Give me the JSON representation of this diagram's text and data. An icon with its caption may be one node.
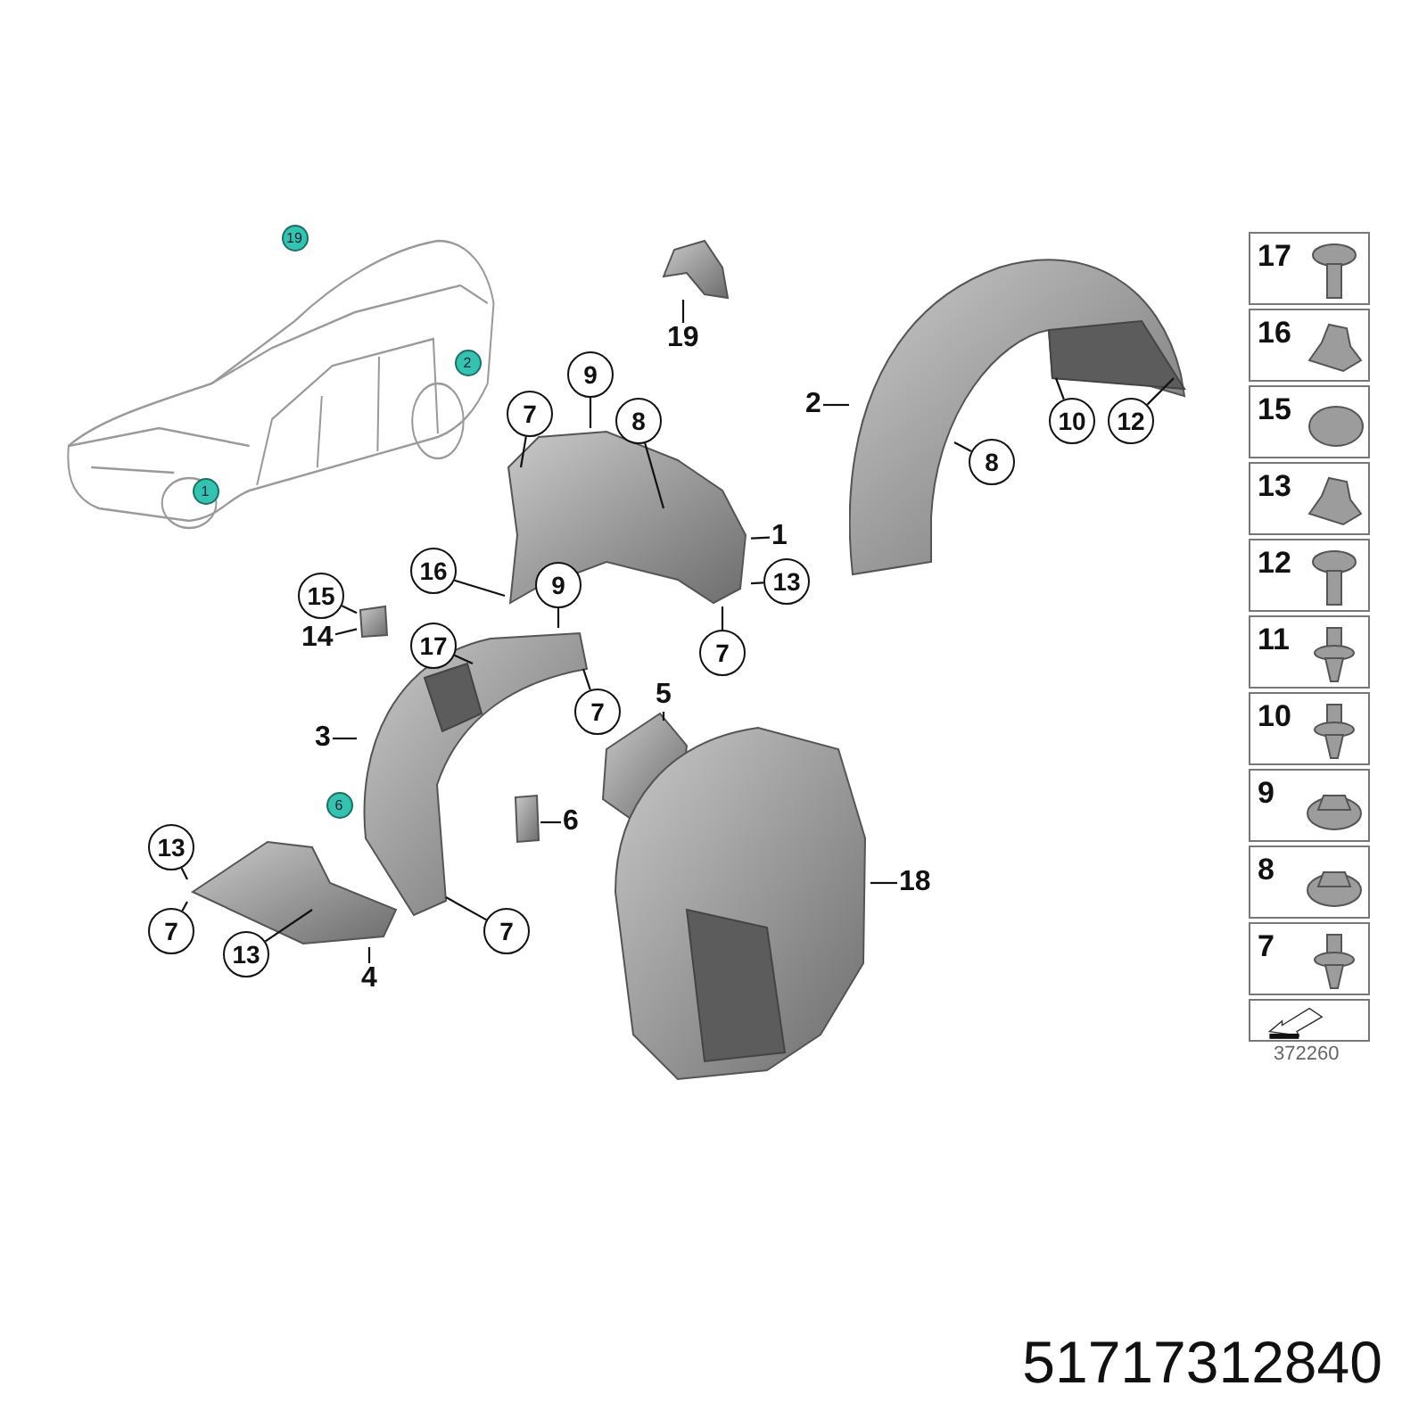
{
  "diagram": {
    "nodes": [
      {
        "text": [],
        "shape": "picture"
      },
      {
        "text": [],
        "shape": "picture"
      },
      {
        "text": [],
        "shape": "picture"
      },
      {
        "text": [],
        "shape": "picture"
      },
      {
        "text": [],
        "shape": "picture"
      },
      {
        "text": [],
        "shape": "picture"
      },
      {
        "text": [],
        "shape": "picture"
      },
      {
        "text": [],
        "shape": "picture"
      },
      {
        "text": [],
        "shape": "picture"
      },
      {
        "text": [],
        "shape": "picture"
      },
      {
        "text": [
          "19"
        ]
      },
      {
        "text": [
          "2"
        ]
      },
      {
        "text": [
          "10"
        ]
      },
      {
        "text": [
          "12"
        ]
      },
      {
        "text": [
          "8"
        ]
      },
      {
        "text": [
          "9"
        ]
      },
      {
        "text": [
          "7"
        ]
      },
      {
        "text": [
          "8"
        ]
      },
      {
        "text": [
          "1"
        ]
      },
      {
        "text": [
          "13"
        ]
      },
      {
        "text": [
          "7"
        ]
      },
      {
        "text": [
          "16"
        ]
      },
      {
        "text": [
          "15"
        ]
      },
      {
        "text": [
          "14"
        ]
      },
      {
        "text": [
          "9"
        ]
      },
      {
        "text": [
          "17"
        ]
      },
      {
        "text": [
          "3"
        ]
      },
      {
        "text": [
          "7"
        ]
      },
      {
        "text": [
          "5"
        ]
      },
      {
        "text": [
          "6"
        ]
      },
      {
        "text": [
          "13"
        ]
      },
      {
        "text": [
          "7"
        ]
      },
      {
        "text": [
          "13"
        ]
      },
      {
        "text": [
          "4"
        ]
      },
      {
        "text": [
          "7"
        ]
      },
      {
        "text": [
          "18"
        ]
      }
    ],
    "edges": [
      {
        "from": 10,
        "to": 1,
        "arrow": "none"
      },
      {
        "from": 11,
        "to": 2,
        "arrow": "none"
      },
      {
        "from": 12,
        "to": 2,
        "arrow": "none"
      },
      {
        "from": 13,
        "to": 2,
        "arrow": "none"
      },
      {
        "from": 14,
        "to": 2,
        "arrow": "none"
      },
      {
        "from": 15,
        "to": 3,
        "arrow": "none"
      },
      {
        "from": 16,
        "to": 3,
        "arrow": "none"
      },
      {
        "from": 17,
        "to": 3,
        "arrow": "none"
      },
      {
        "from": 18,
        "to": 3,
        "arrow": "none"
      },
      {
        "from": 19,
        "to": 3,
        "arrow": "none"
      },
      {
        "from": 20,
        "to": 3,
        "arrow": "none"
      },
      {
        "from": 21,
        "to": 3,
        "arrow": "none"
      },
      {
        "from": 22,
        "to": 4,
        "arrow": "none"
      },
      {
        "from": 23,
        "to": 4,
        "arrow": "none"
      },
      {
        "from": 24,
        "to": 5,
        "arrow": "none"
      },
      {
        "from": 25,
        "to": 5,
        "arrow": "none"
      },
      {
        "from": 26,
        "to": 5,
        "arrow": "none"
      },
      {
        "from": 27,
        "to": 5,
        "arrow": "none"
      },
      {
        "from": 28,
        "to": 6,
        "arrow": "none"
      },
      {
        "from": 29,
        "to": 7,
        "arrow": "none"
      },
      {
        "from": 30,
        "to": 9,
        "arrow": "none"
      },
      {
        "from": 31,
        "to": 9,
        "arrow": "none"
      },
      {
        "from": 32,
        "to": 9,
        "arrow": "none"
      },
      {
        "from": 33,
        "to": 9,
        "arrow": "none"
      },
      {
        "from": 34,
        "to": 5,
        "arrow": "none"
      },
      {
        "from": 35,
        "to": 8,
        "arrow": "none"
      }
    ],
    "labels": [
      "19",
      "2",
      "1",
      "6",
      "17",
      "16",
      "15",
      "13",
      "12",
      "11",
      "10",
      "9",
      "8",
      "7",
      "372260",
      "51717312840"
    ]
  }
}
